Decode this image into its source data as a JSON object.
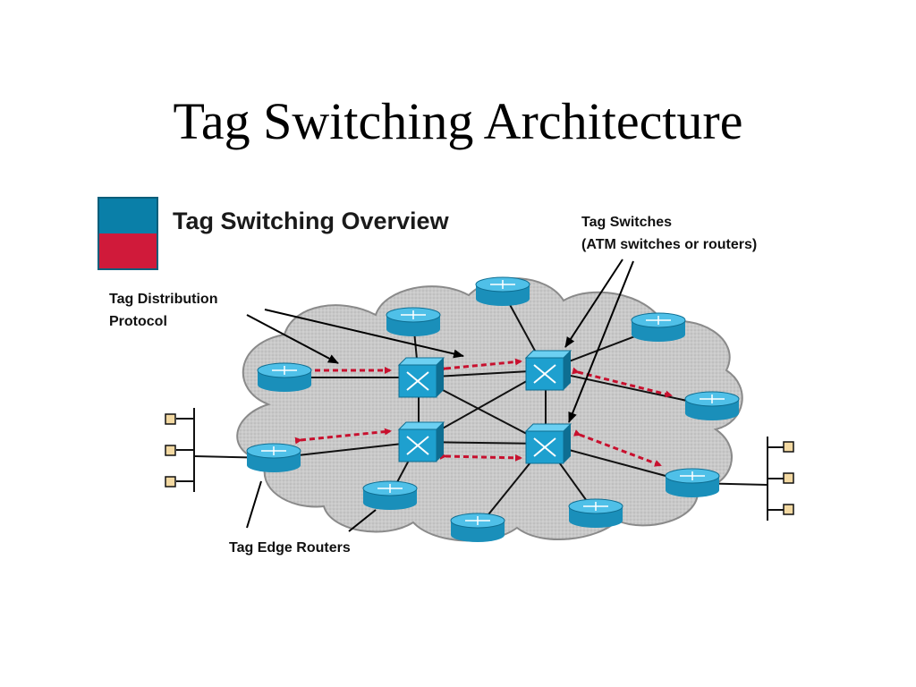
{
  "title": "Tag Switching Architecture",
  "diagram": {
    "overview_title": "Tag Switching Overview",
    "labels": {
      "tag_switches_line1": "Tag Switches",
      "tag_switches_line2": "(ATM switches or routers)",
      "tdp_line1": "Tag Distribution",
      "tdp_line2": "Protocol",
      "edge_routers": "Tag Edge Routers"
    },
    "colors": {
      "legend_top": "#0a7fa8",
      "legend_bottom": "#d01a3a",
      "cloud": "#c6c6c6",
      "device": "#1ea0cf",
      "tdp_arrow": "#c8102e",
      "host": "#f3d9a2"
    }
  }
}
